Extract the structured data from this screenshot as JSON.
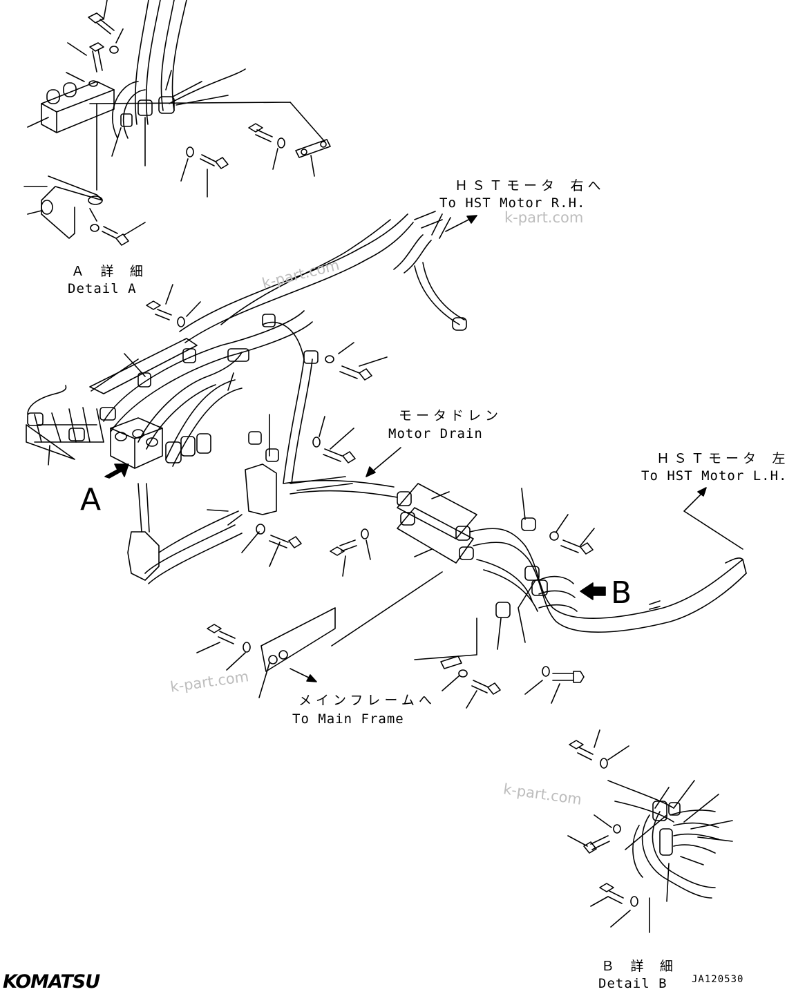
{
  "labels": {
    "hst_rh_jp": "ＨＳＴモータ 右へ",
    "hst_rh_en": "To HST Motor R.H.",
    "hst_lh_jp": "ＨＳＴモータ 左へ",
    "hst_lh_en": "To HST Motor L.H.",
    "motor_drain_jp": "モータドレン",
    "motor_drain_en": "Motor Drain",
    "main_frame_jp": "メインフレームへ",
    "main_frame_en": "To Main Frame",
    "detail_a_jp": "Ａ 詳 細",
    "detail_a_en": "Detail A",
    "detail_b_jp": "Ｂ 詳 細",
    "detail_b_en": "Detail B",
    "view_a": "A",
    "view_b": "B"
  },
  "watermarks": [
    "k-part.com",
    "k-part.com",
    "k-part.com",
    "k-part.com"
  ],
  "brand": "KOMATSU",
  "drawing_code": "JA120530",
  "colors": {
    "ink": "#000000",
    "watermark": "#bdbdbd",
    "background": "#ffffff"
  }
}
